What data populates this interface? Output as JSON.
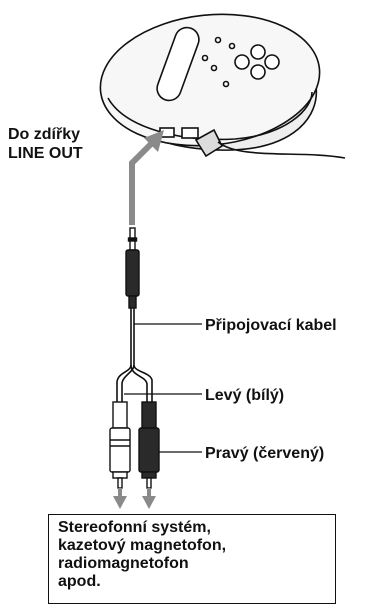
{
  "labels": {
    "jack": [
      "Do zdířky",
      "LINE OUT"
    ],
    "cable": "Připojovací kabel",
    "left_plug": "Levý (bílý)",
    "right_plug": "Pravý (červený)"
  },
  "destination": {
    "lines": [
      "Stereofonní systém,",
      "kazetový magnetofon,",
      "radiomagnetofon",
      "apod."
    ]
  },
  "colors": {
    "line": "#111111",
    "arrow": "#8a8a8a",
    "device_fill": "#f7f7f7",
    "plug_dark": "#2a2a2a",
    "plug_light": "#ffffff"
  }
}
